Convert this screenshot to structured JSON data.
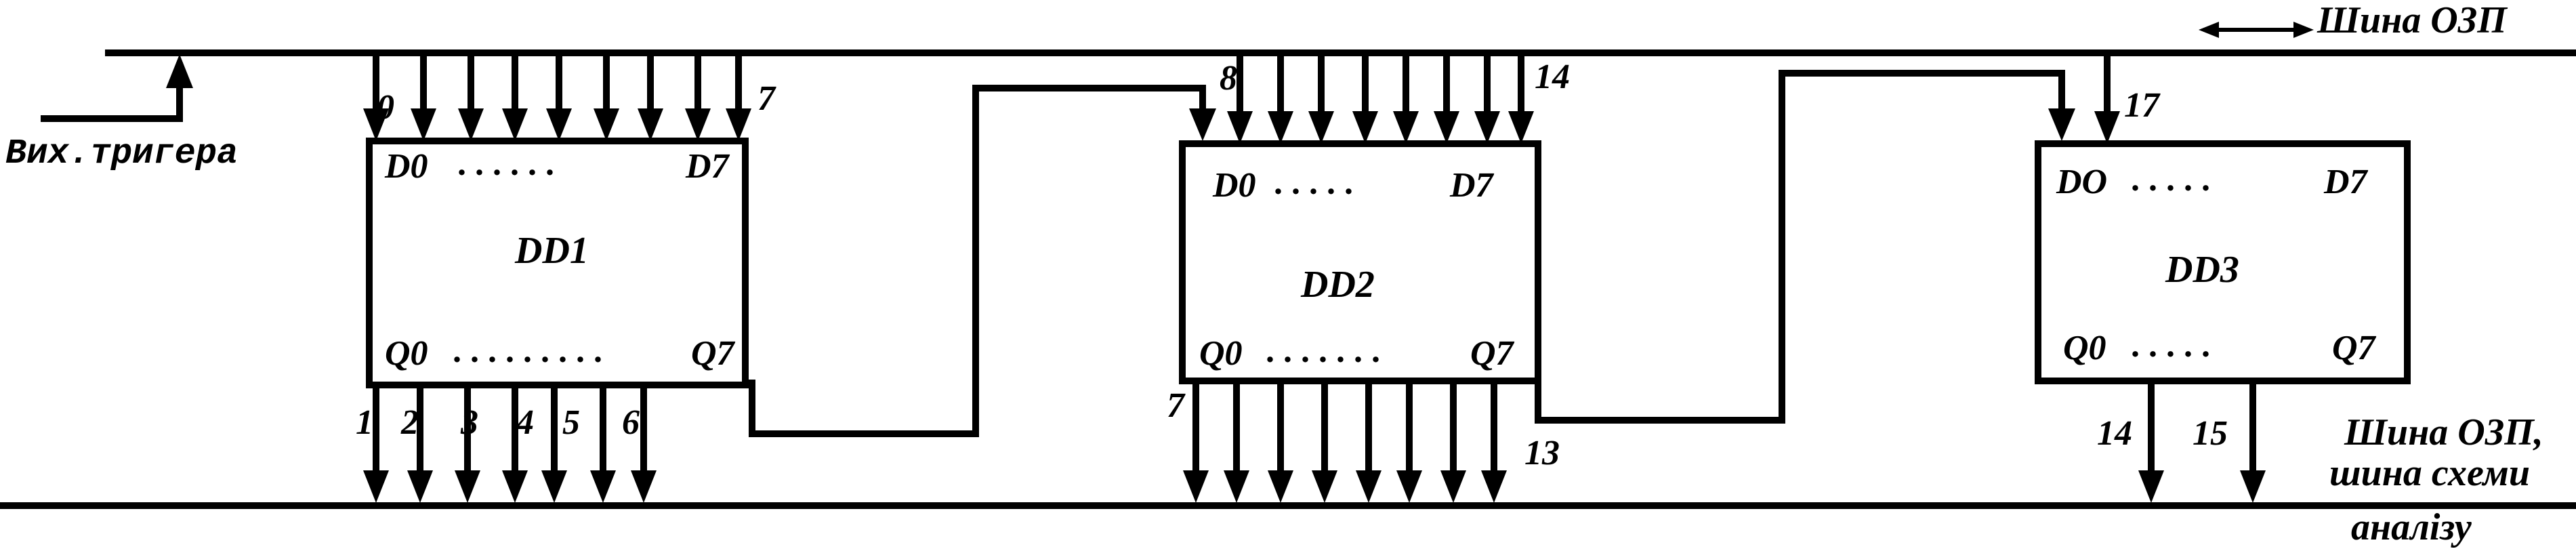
{
  "bus_top_label": "Шина ОЗП",
  "bus_bottom_label": [
    "Шина ОЗП,",
    "шина схеми",
    "аналізу"
  ],
  "trigger_label": "Вих.тригера",
  "dd1": {
    "name": "DD1",
    "d_first": "D0",
    "d_last": "D7",
    "q_first": "Q0",
    "q_last": "Q7",
    "d_dots": ". . . . . .",
    "q_dots": ". . . . . . . . .",
    "in_first": "0",
    "in_last": "7",
    "out_nums": [
      "1",
      "2",
      "3",
      "4",
      "5",
      "6"
    ]
  },
  "dd2": {
    "name": "DD2",
    "d_first": "D0",
    "d_last": "D7",
    "q_first": "Q0",
    "q_last": "Q7",
    "d_dots": ". . . . .",
    "q_dots": ". . . . . . .",
    "in_first": "8",
    "in_last": "14",
    "out_first": "7",
    "out_last": "13"
  },
  "dd3": {
    "name": "DD3",
    "d_first": "DO",
    "d_last": "D7",
    "q_first": "Q0",
    "q_last": "Q7",
    "d_dots": ". . . . .",
    "q_dots": ". . . . .",
    "in_num": "17",
    "out_nums": [
      "14",
      "15"
    ]
  }
}
